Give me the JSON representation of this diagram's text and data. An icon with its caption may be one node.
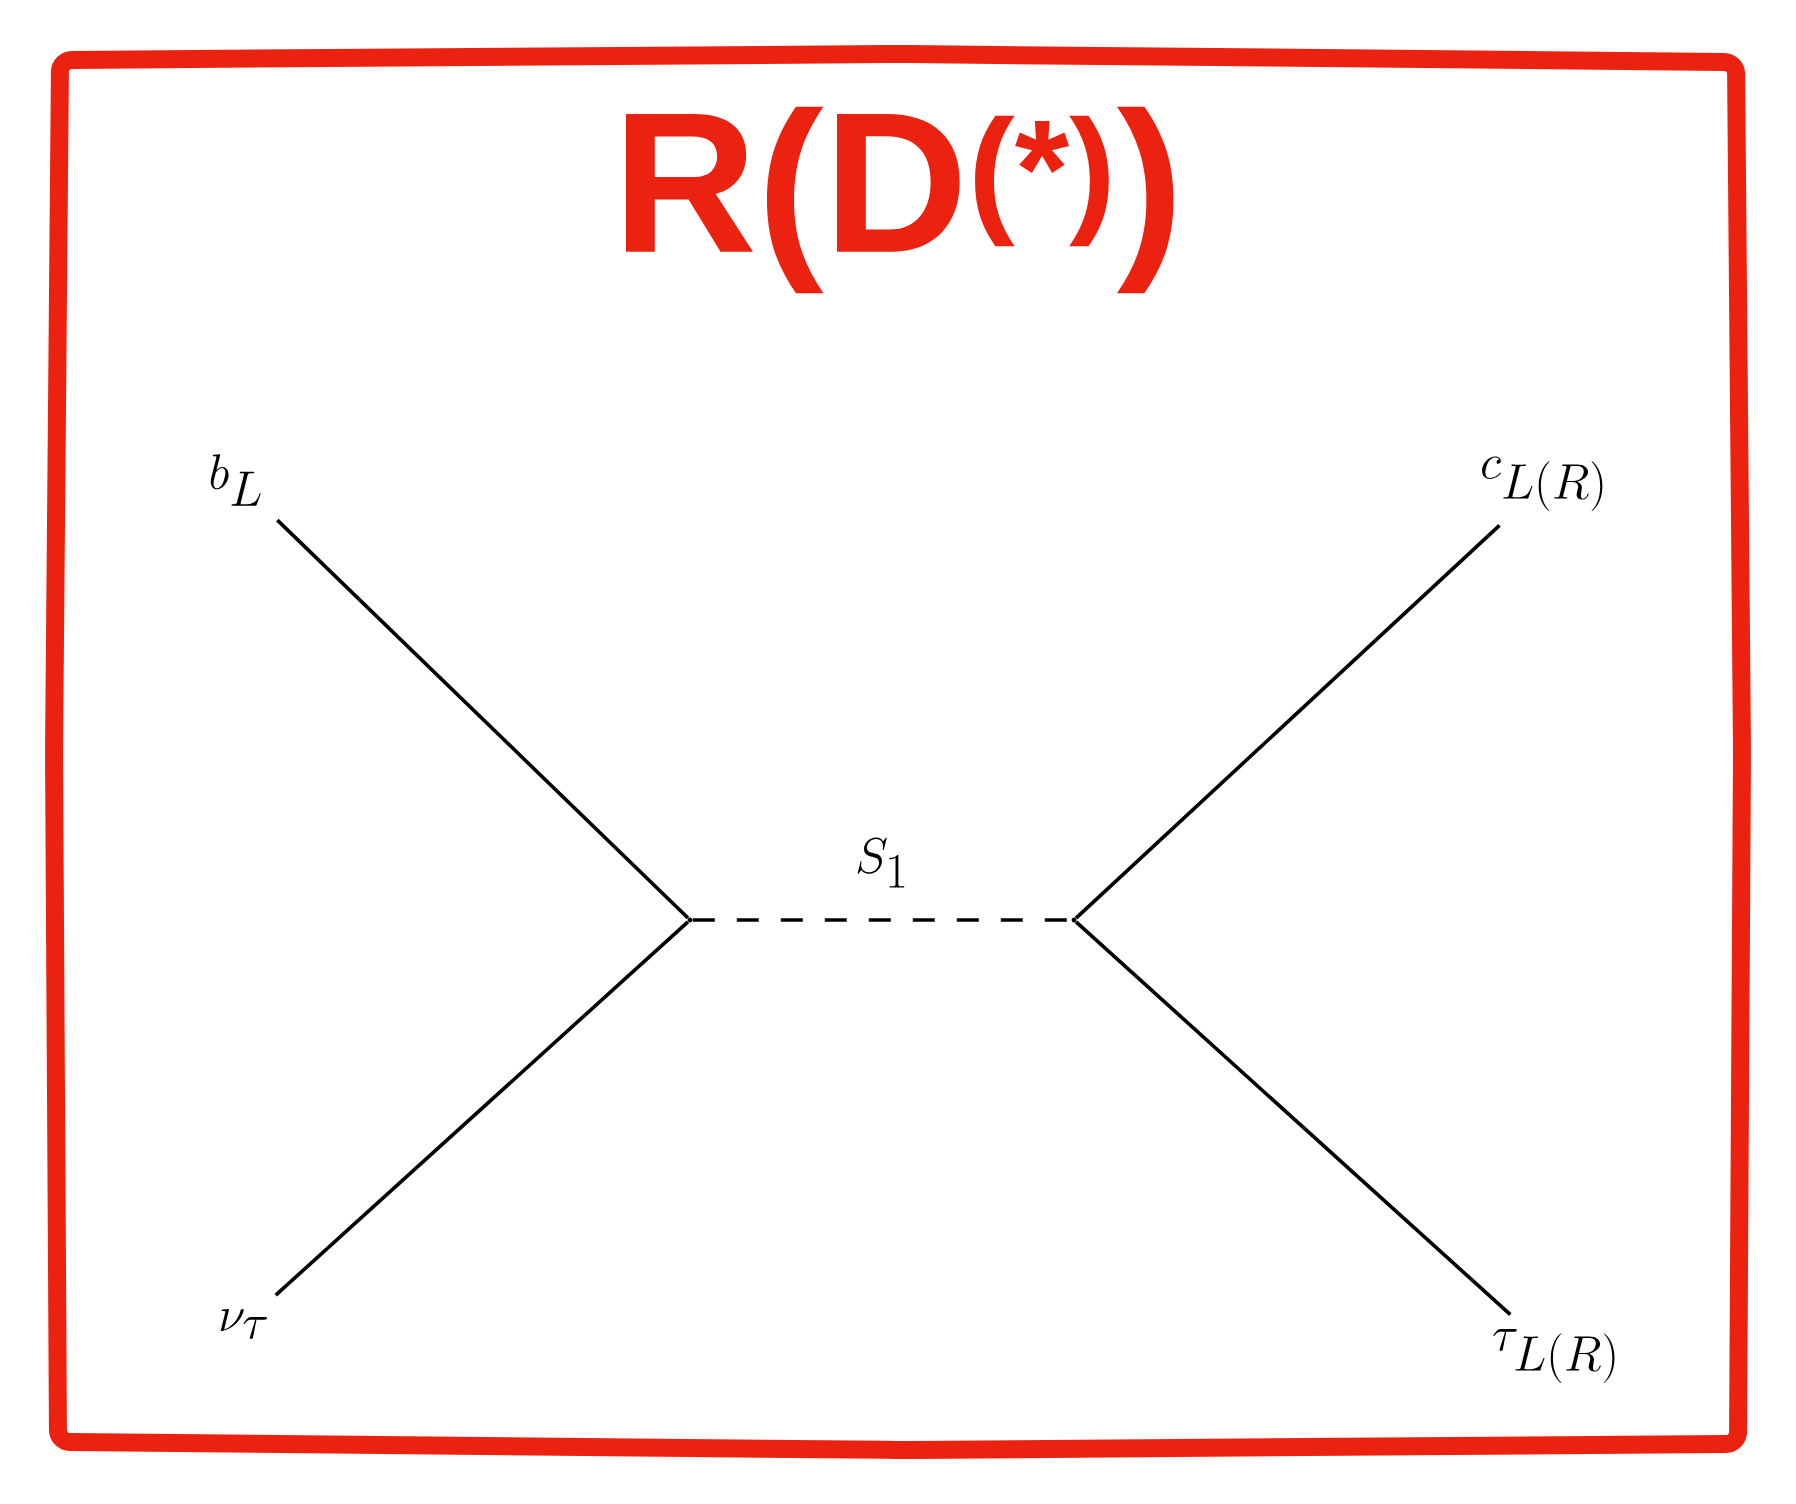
{
  "diagram": {
    "title": "R(D$^{(*)}$)",
    "nodes": [
      {
        "text": [
          "b_L"
        ]
      },
      {
        "text": [
          "\\nu_\\tau"
        ]
      },
      {
        "text": [],
        "shape": "point"
      },
      {
        "text": [],
        "shape": "point"
      },
      {
        "text": [
          "c_{L(R)}"
        ]
      },
      {
        "text": [
          "\\tau_{L(R)}"
        ]
      }
    ],
    "edges": [
      {
        "from": 0,
        "to": 2,
        "arrow": "none"
      },
      {
        "from": 1,
        "to": 2,
        "arrow": "none"
      },
      {
        "from": 2,
        "to": 3,
        "arrow": "none",
        "style": "dashed",
        "label": "S_1"
      },
      {
        "from": 3,
        "to": 4,
        "arrow": "none"
      },
      {
        "from": 3,
        "to": 5,
        "arrow": "none"
      }
    ]
  }
}
